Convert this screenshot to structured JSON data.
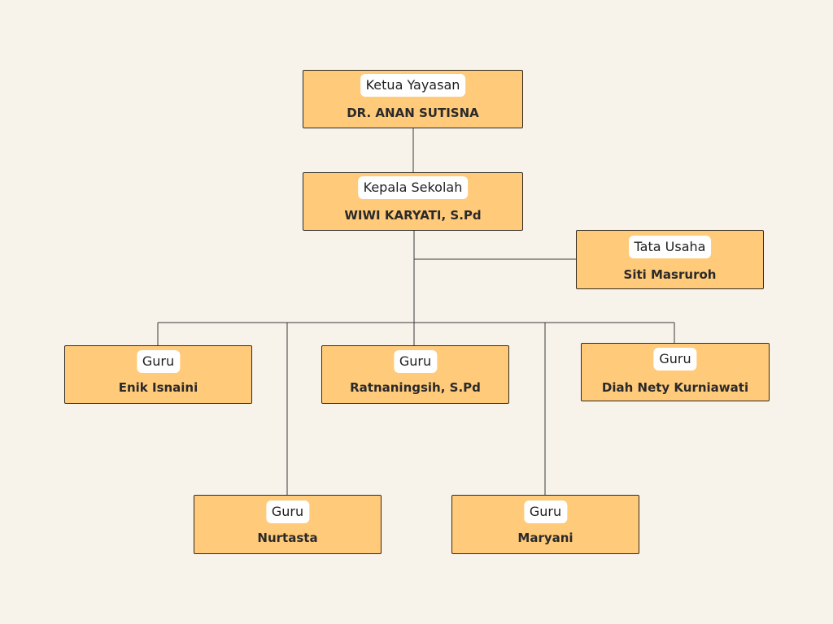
{
  "org_chart": {
    "ketua_yayasan": {
      "role": "Ketua Yayasan",
      "name": "DR. ANAN SUTISNA"
    },
    "kepala_sekolah": {
      "role": "Kepala Sekolah",
      "name": "WIWI KARYATI, S.Pd"
    },
    "tata_usaha": {
      "role": "Tata Usaha",
      "name": "Siti Masruroh"
    },
    "guru_enik": {
      "role": "Guru",
      "name": "Enik Isnaini"
    },
    "guru_ratnaningsih": {
      "role": "Guru",
      "name": "Ratnaningsih, S.Pd"
    },
    "guru_diah": {
      "role": "Guru",
      "name": "Diah Nety Kurniawati"
    },
    "guru_nurtasta": {
      "role": "Guru",
      "name": "Nurtasta"
    },
    "guru_maryani": {
      "role": "Guru",
      "name": "Maryani"
    }
  },
  "colors": {
    "background": "#f7f2ea",
    "node_fill": "#ffca7a",
    "node_border": "#2f2a22",
    "label_fill": "#ffffff",
    "connector": "#3a3a3a"
  }
}
